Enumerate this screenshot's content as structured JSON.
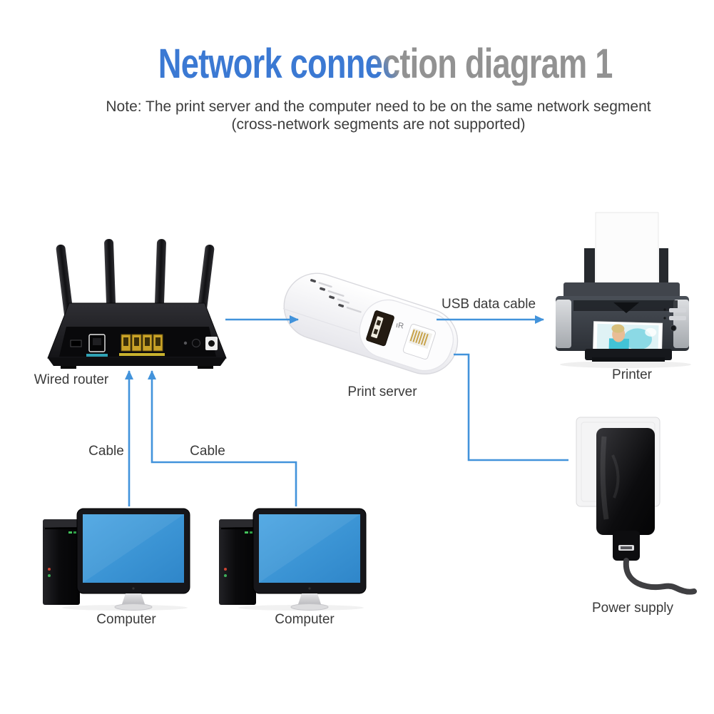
{
  "title": {
    "text": "Network connection diagram 1"
  },
  "note": {
    "line1": "Note: The print server and the computer need to be on the same network segment",
    "line2": "(cross-network segments are not supported)"
  },
  "devices": {
    "wired_router": {
      "label": "Wired router"
    },
    "print_server": {
      "label": "Print server"
    },
    "printer": {
      "label": "Printer"
    },
    "power_supply": {
      "label": "Power supply"
    },
    "computer_left": {
      "label": "Computer"
    },
    "computer_right": {
      "label": "Computer"
    }
  },
  "cables": {
    "usb_data_cable": {
      "label": "USB data cable"
    },
    "cable_left": {
      "label": "Cable"
    },
    "cable_right": {
      "label": "Cable"
    }
  },
  "connections": [
    {
      "from": "Wired router",
      "to": "Print server",
      "style": "arrow"
    },
    {
      "from": "Print server",
      "to": "Printer",
      "style": "arrow",
      "label": "USB data cable"
    },
    {
      "from": "Print server",
      "to": "Power supply",
      "style": "line"
    },
    {
      "from": "Computer (left)",
      "to": "Wired router",
      "style": "arrow",
      "label": "Cable"
    },
    {
      "from": "Computer (right)",
      "to": "Wired router",
      "style": "arrow",
      "label": "Cable"
    }
  ],
  "colors": {
    "background": "#ffffff",
    "title_blue": "#3b79d3",
    "title_gray": "#929292",
    "connection_line_blue": "#4293db",
    "note_text": "#3d3d3d",
    "label_text": "#3a3a3a",
    "monitor_screen_blue": "#3b96d8",
    "lan_port_yellow": "#c9a227",
    "wan_accent_teal": "#2fa3b5"
  }
}
